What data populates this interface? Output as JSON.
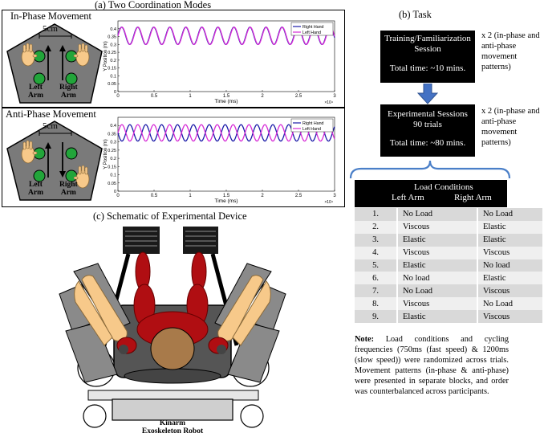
{
  "panel_a": {
    "title": "(a) Two Coordination Modes",
    "in_phase": {
      "title": "In-Phase Movement",
      "distance": "5cm",
      "left_label": "Left\nArm",
      "right_label": "Right\nArm"
    },
    "anti_phase": {
      "title": "Anti-Phase Movement",
      "distance": "5cm",
      "left_label": "Left\nArm",
      "right_label": "Right\nArm"
    }
  },
  "chart_data": [
    {
      "type": "line",
      "xlabel": "Time (ms)",
      "ylabel": "Y Position (m)",
      "xlim": [
        0,
        30000
      ],
      "ylim": [
        0,
        0.45
      ],
      "x_ticks": [
        "0",
        "0.5",
        "1",
        "1.5",
        "2",
        "2.5",
        "3"
      ],
      "y_ticks": [
        "0",
        "0.05",
        "0.1",
        "0.15",
        "0.2",
        "0.25",
        "0.3",
        "0.35",
        "0.4"
      ],
      "x_exponent": "×10⁴",
      "legend_position": "top-right",
      "series": [
        {
          "name": "Right Hand",
          "color": "#1a1aa8",
          "center": 0.355,
          "amplitude": 0.055,
          "period_ms": 2220,
          "phase": 0.12
        },
        {
          "name": "Left Hand",
          "color": "#d62bd6",
          "center": 0.355,
          "amplitude": 0.055,
          "period_ms": 2220,
          "phase": 0.0
        }
      ]
    },
    {
      "type": "line",
      "xlabel": "Time (ms)",
      "ylabel": "Y Position (m)",
      "xlim": [
        0,
        30000
      ],
      "ylim": [
        0,
        0.45
      ],
      "x_ticks": [
        "0",
        "0.5",
        "1",
        "1.5",
        "2",
        "2.5",
        "3"
      ],
      "y_ticks": [
        "0",
        "0.05",
        "0.1",
        "0.15",
        "0.2",
        "0.25",
        "0.3",
        "0.35",
        "0.4"
      ],
      "x_exponent": "×10⁴",
      "legend_position": "top-right",
      "series": [
        {
          "name": "Right Hand",
          "color": "#1a1aa8",
          "center": 0.355,
          "amplitude": 0.05,
          "period_ms": 2200,
          "phase": 3.14159
        },
        {
          "name": "Left Hand",
          "color": "#d62bd6",
          "center": 0.355,
          "amplitude": 0.05,
          "period_ms": 2200,
          "phase": 0.0
        }
      ]
    }
  ],
  "panel_b": {
    "title": "(b) Task",
    "training": {
      "line1": "Training/Familiarization",
      "line2": "Session",
      "time": "Total time: ~10 mins."
    },
    "training_note": "x 2 (in-phase and\nanti-phase\nmovement\npatterns)",
    "experimental": {
      "line1": "Experimental Sessions",
      "line2": "90 trials",
      "time": "Total time: ~80 mins."
    },
    "experimental_note": "x 2 (in-phase and\nanti-phase\nmovement\npatterns)",
    "table": {
      "header": "Load Conditions",
      "col_left": "Left Arm",
      "col_right": "Right Arm",
      "rows": [
        {
          "n": "1.",
          "left": "No Load",
          "right": "No Load"
        },
        {
          "n": "2.",
          "left": "Viscous",
          "right": "Elastic"
        },
        {
          "n": "3.",
          "left": "Elastic",
          "right": "Elastic"
        },
        {
          "n": "4.",
          "left": "Viscous",
          "right": "Viscous"
        },
        {
          "n": "5.",
          "left": "Elastic",
          "right": "No load"
        },
        {
          "n": "6.",
          "left": "No load",
          "right": "Elastic"
        },
        {
          "n": "7.",
          "left": "No Load",
          "right": "Viscous"
        },
        {
          "n": "8.",
          "left": "Viscous",
          "right": "No Load"
        },
        {
          "n": "9.",
          "left": "Elastic",
          "right": "Viscous"
        }
      ]
    },
    "note_label": "Note:",
    "note_text": " Load conditions and cycling frequencies (750ms (fast speed) & 1200ms (slow speed)) were randomized across trials. Movement patterns (in-phase & anti-phase) were presented in separate blocks, and order was counterbalanced across participants."
  },
  "panel_c": {
    "title": "(c) Schematic of Experimental Device",
    "device_line1": "Kinarm",
    "device_line2": "Exoskeleton Robot"
  },
  "colors": {
    "target_green": "#22a53a",
    "platform_gray": "#7a7a7a",
    "arrow_blue": "#4472c4",
    "bracket_blue": "#4a7fc8",
    "body_red": "#b00e12",
    "skin": "#f7c98a",
    "head": "#a87a4a"
  }
}
